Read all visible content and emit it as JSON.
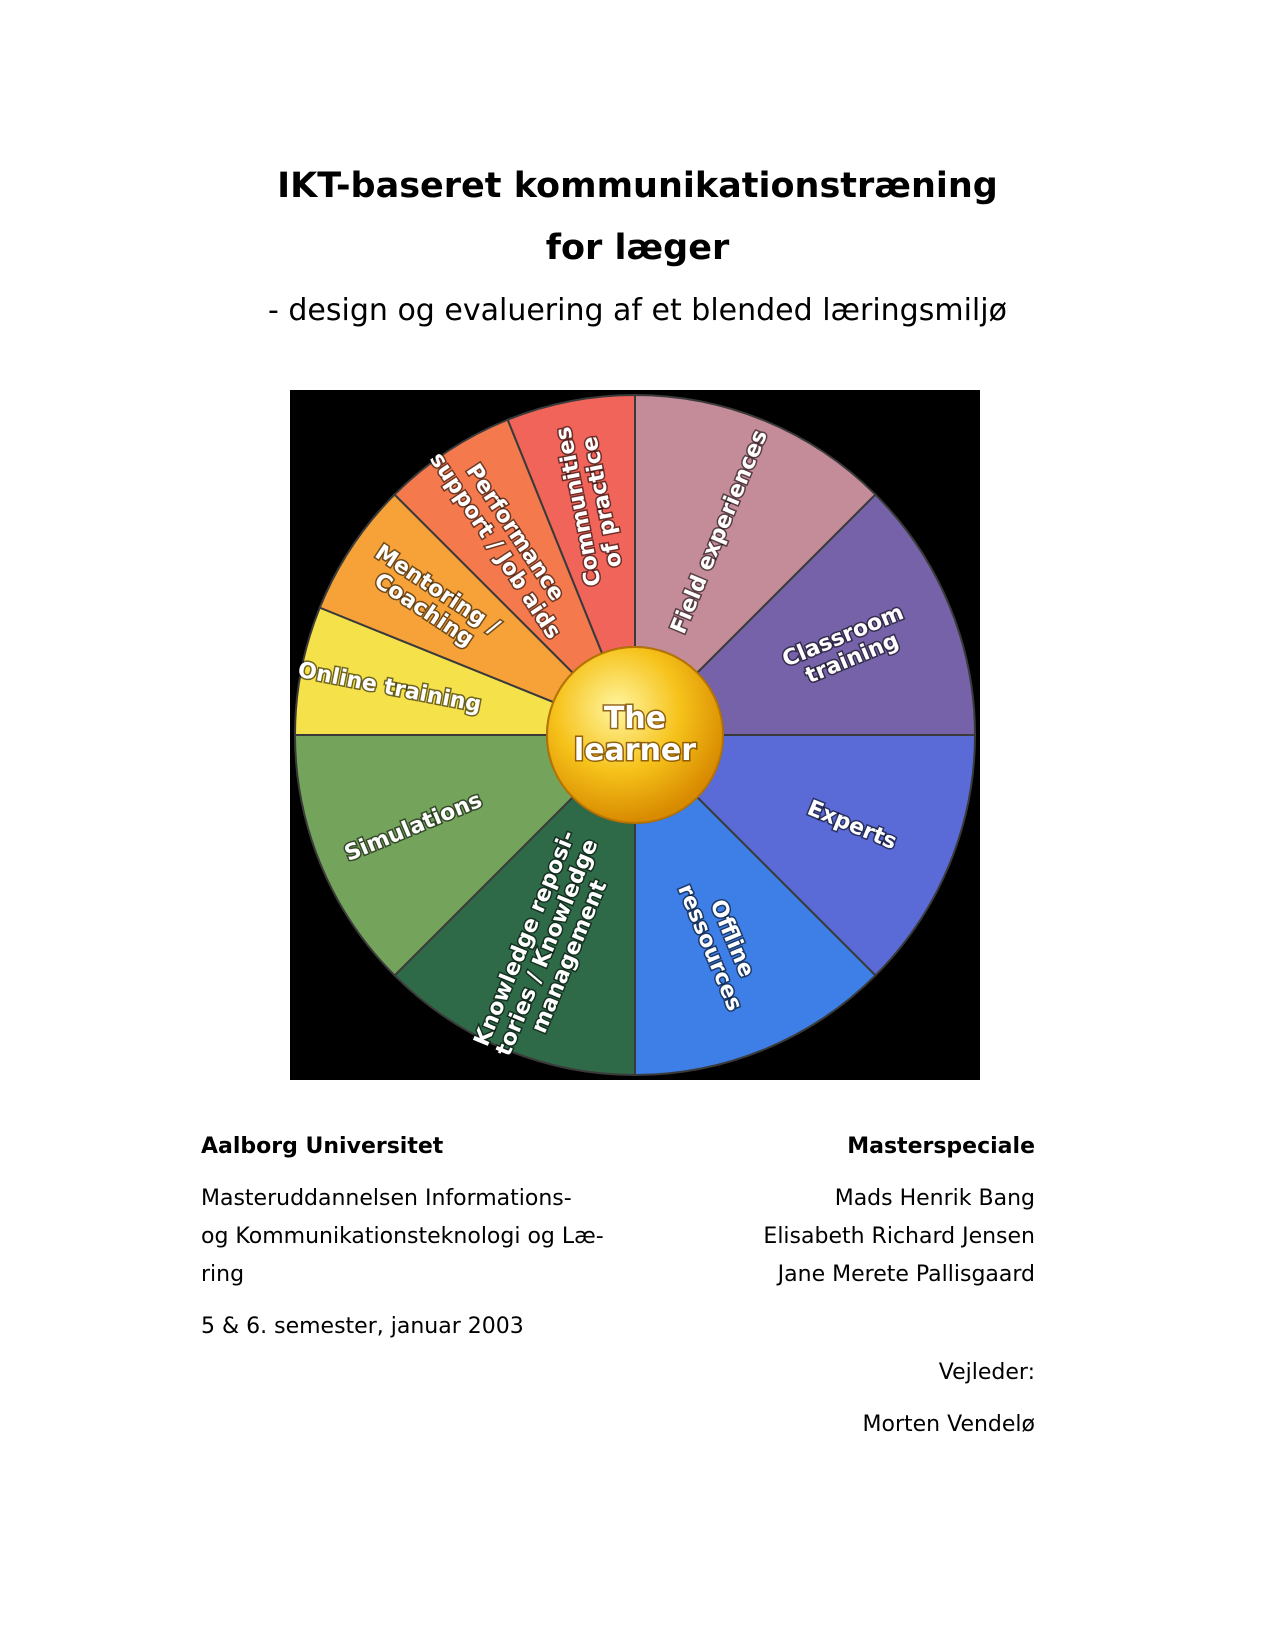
{
  "title": {
    "line1": "IKT-baseret kommunikationstræning",
    "line2": "for læger"
  },
  "subtitle": "- design og evaluering af et blended læringsmiljø",
  "figure": {
    "center": [
      "The",
      "learner"
    ],
    "segments": [
      {
        "lines": [
          "Communities",
          "of practice"
        ],
        "color": "#f0645a"
      },
      {
        "lines": [
          "Field experiences"
        ],
        "color": "#c48b98"
      },
      {
        "lines": [
          "Classroom",
          "training"
        ],
        "color": "#7562a8"
      },
      {
        "lines": [
          "Experts"
        ],
        "color": "#5a6ad6"
      },
      {
        "lines": [
          "Offline",
          "ressources"
        ],
        "color": "#3d7fe6"
      },
      {
        "lines": [
          "Knowledge reposi-",
          "tories / Knowledge",
          "management"
        ],
        "color": "#2f6a48"
      },
      {
        "lines": [
          "Simulations"
        ],
        "color": "#74a35b"
      },
      {
        "lines": [
          "Online training"
        ],
        "color": "#f5e14a"
      },
      {
        "lines": [
          "Mentoring /",
          "Coaching"
        ],
        "color": "#f6a238"
      },
      {
        "lines": [
          "Performance",
          "support / Job aids"
        ],
        "color": "#f47a4e"
      }
    ]
  },
  "left": {
    "university": "Aalborg Universitet",
    "program_line1": "Masteruddannelsen Informations-",
    "program_line2": "og Kommunikationsteknologi og Læ-",
    "program_line3": "ring",
    "semester": "5 & 6. semester, januar 2003"
  },
  "right": {
    "type": "Masterspeciale",
    "authors": [
      "Mads Henrik Bang",
      "Elisabeth Richard Jensen",
      "Jane Merete Pallisgaard"
    ],
    "supervisor_label": "Vejleder:",
    "supervisor": "Morten Vendelø"
  }
}
